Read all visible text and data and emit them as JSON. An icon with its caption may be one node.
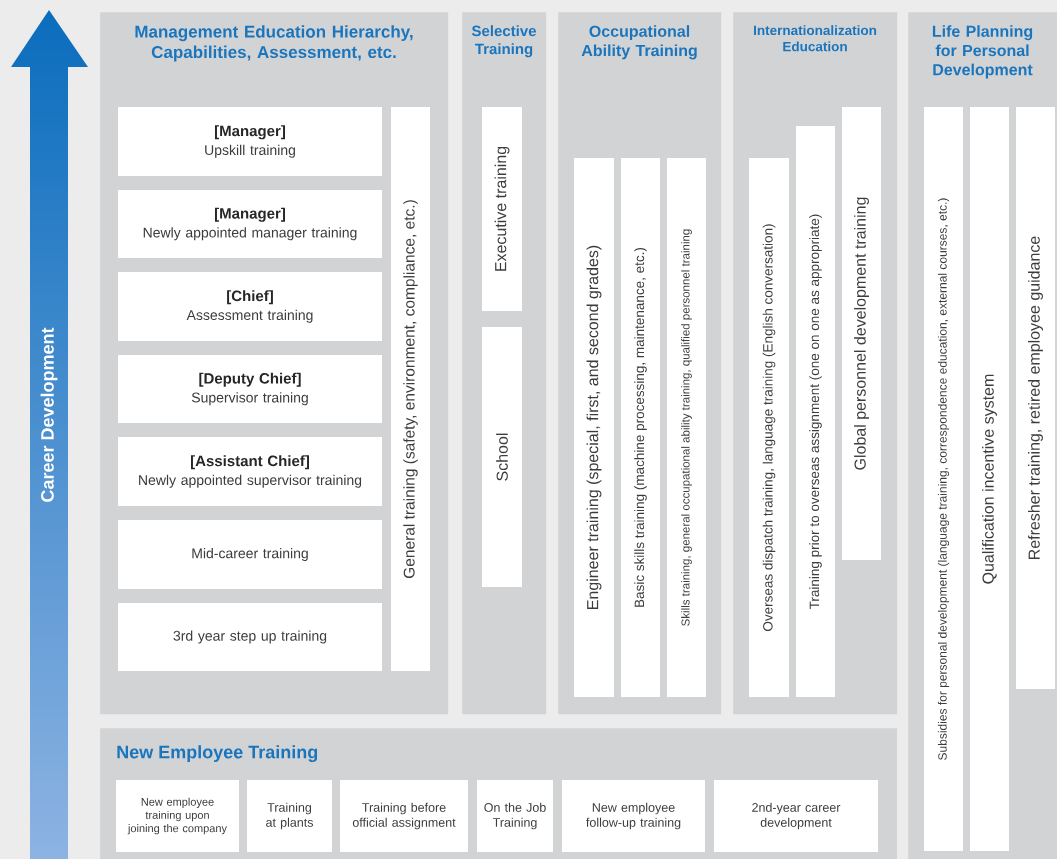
{
  "diagram": {
    "nodes": [
      {
        "text": [
          "Management Education Hierarchy, Capabilities, Assessment, etc."
        ]
      },
      {
        "text": [
          "[Manager]",
          "Upskill training"
        ],
        "in": 0
      },
      {
        "text": [
          "[Manager]",
          "Newly appointed manager training"
        ],
        "in": 0
      },
      {
        "text": [
          "[Chief]",
          "Assessment training"
        ],
        "in": 0
      },
      {
        "text": [
          "[Deputy Chief]",
          "Supervisor training"
        ],
        "in": 0
      },
      {
        "text": [
          "[Assistant Chief]",
          "Newly appointed supervisor training"
        ],
        "in": 0
      },
      {
        "text": [
          "Mid-career training"
        ],
        "in": 0
      },
      {
        "text": [
          "3rd year step up training"
        ],
        "in": 0
      },
      {
        "text": [
          "General training (safety, environment, compliance, etc.)"
        ],
        "in": 0
      },
      {
        "text": [
          "Selective Training"
        ]
      },
      {
        "text": [
          "Executive training"
        ],
        "in": 9
      },
      {
        "text": [
          "School"
        ],
        "in": 9
      },
      {
        "text": [
          "Occupational Ability Training"
        ]
      },
      {
        "text": [
          "Engineer training (special, first, and second grades)"
        ],
        "in": 12
      },
      {
        "text": [
          "Basic skills training (machine processing, maintenance, etc.)"
        ],
        "in": 12
      },
      {
        "text": [
          "Skills training, general occupational ability training, qualified personnel training"
        ],
        "in": 12
      },
      {
        "text": [
          "Internationalization Education"
        ]
      },
      {
        "text": [
          "Overseas dispatch training, language training (English conversation)"
        ],
        "in": 16
      },
      {
        "text": [
          "Training prior to overseas assignment (one on one as appropriate)"
        ],
        "in": 16
      },
      {
        "text": [
          "Global personnel development training"
        ],
        "in": 16
      },
      {
        "text": [
          "Life Planning for Personal Development"
        ]
      },
      {
        "text": [
          "Subsidies for personal development (language training, correspondence education, external courses, etc.)"
        ],
        "in": 20
      },
      {
        "text": [
          "Qualification incentive system"
        ],
        "in": 20
      },
      {
        "text": [
          "Refresher training, retired employee guidance"
        ],
        "in": 20
      },
      {
        "text": [
          "New Employee Training"
        ]
      },
      {
        "text": [
          "New employee training upon joining the company"
        ],
        "in": 24
      },
      {
        "text": [
          "Training at plants"
        ],
        "in": 24
      },
      {
        "text": [
          "Training before official assignment"
        ],
        "in": 24
      },
      {
        "text": [
          "On the Job Training"
        ],
        "in": 24
      },
      {
        "text": [
          "New employee follow-up training"
        ],
        "in": 24
      },
      {
        "text": [
          "2nd-year career development"
        ],
        "in": 24
      }
    ],
    "labels": [
      "Career Development"
    ]
  }
}
